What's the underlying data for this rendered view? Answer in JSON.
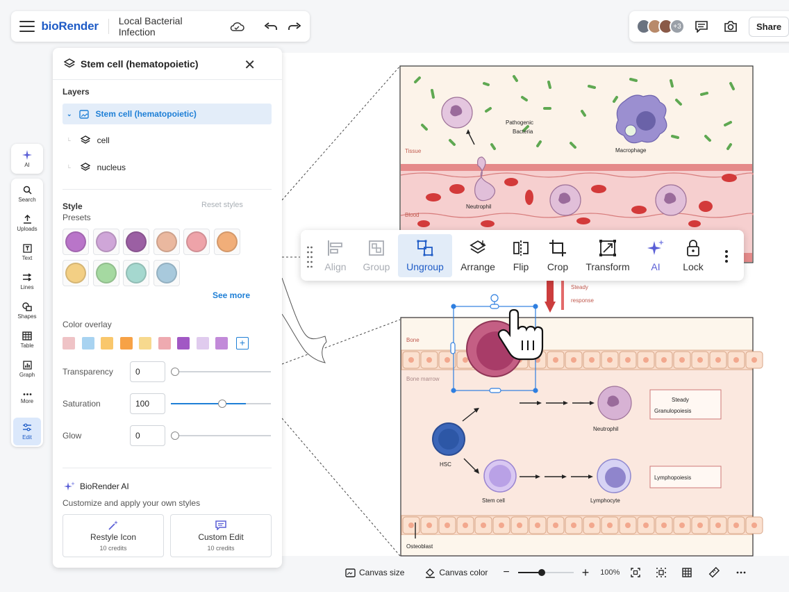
{
  "app": {
    "logo": "bioRender",
    "document_title": "Local Bacterial Infection"
  },
  "collaborators": {
    "more_label": "+3",
    "colors": [
      "#6b7380",
      "#b88a6a",
      "#8a5a48"
    ]
  },
  "top_actions": {
    "share_label": "Share"
  },
  "rail": {
    "ai_label": "AI",
    "items": [
      {
        "label": "Search",
        "icon": "search-icon"
      },
      {
        "label": "Uploads",
        "icon": "upload-icon"
      },
      {
        "label": "Text",
        "icon": "text-icon"
      },
      {
        "label": "Lines",
        "icon": "lines-icon"
      },
      {
        "label": "Shapes",
        "icon": "shapes-icon"
      },
      {
        "label": "Table",
        "icon": "table-icon"
      },
      {
        "label": "Graph",
        "icon": "graph-icon"
      },
      {
        "label": "More",
        "icon": "more-icon"
      },
      {
        "label": "Edit",
        "icon": "edit-icon"
      }
    ]
  },
  "panel": {
    "title": "Stem cell (hematopoietic)",
    "layers_label": "Layers",
    "layers": [
      {
        "label": "Stem cell (hematopoietic)"
      },
      {
        "label": "cell"
      },
      {
        "label": "nucleus"
      }
    ],
    "style_label": "Style",
    "presets_label": "Presets",
    "reset_label": "Reset styles",
    "presets": [
      "#b975c9",
      "#cfa6d8",
      "#9b5fa3",
      "#eab89f",
      "#eea3a9",
      "#f1ae79",
      "#f3cf84",
      "#a5d9a1",
      "#a5d8cf",
      "#a8c9dc"
    ],
    "see_more": "See more",
    "color_overlay_label": "Color overlay",
    "overlay_colors": [
      "#efc3c6",
      "#a8d3f1",
      "#f9c76c",
      "#f7a246",
      "#f7d98e",
      "#eeaab0",
      "#a158c4",
      "#e0cbee",
      "#c28ad9"
    ],
    "transparency_label": "Transparency",
    "transparency_value": "0",
    "saturation_label": "Saturation",
    "saturation_value": "100",
    "glow_label": "Glow",
    "glow_value": "0",
    "ai_title": "BioRender AI",
    "ai_subtitle": "Customize and apply your own styles",
    "restyle_label": "Restyle Icon",
    "restyle_credits": "10 credits",
    "custom_label": "Custom Edit",
    "custom_credits": "10 credits"
  },
  "toolbar": {
    "items": [
      {
        "label": "Align"
      },
      {
        "label": "Group"
      },
      {
        "label": "Ungroup"
      },
      {
        "label": "Arrange"
      },
      {
        "label": "Flip"
      },
      {
        "label": "Crop"
      },
      {
        "label": "Transform"
      },
      {
        "label": "AI"
      },
      {
        "label": "Lock"
      }
    ]
  },
  "figure": {
    "top": {
      "tissue": "Tissue",
      "blood": "Blood",
      "bacteria": "Pathogenic Bacteria",
      "bacteria_line1": "Pathogenic",
      "bacteria_line2": "Bacteria",
      "macrophage": "Macrophage",
      "neutrophil": "Neutrophil"
    },
    "signal": {
      "line1": "Steady",
      "line2": "response"
    },
    "bottom": {
      "bone": "Bone",
      "marrow": "Bone marrow",
      "neutrophil": "Neutrophil",
      "hsc": "HSC",
      "stemcell": "Stem cell",
      "lymphocyte": "Lymphocyte",
      "osteoblast": "Osteoblast",
      "box1_line1": "Steady",
      "box1_line2": "Granulopoiesis",
      "box2": "Lymphopoiesis"
    }
  },
  "bottombar": {
    "canvas_size": "Canvas size",
    "canvas_color": "Canvas color",
    "zoom": "100%"
  }
}
